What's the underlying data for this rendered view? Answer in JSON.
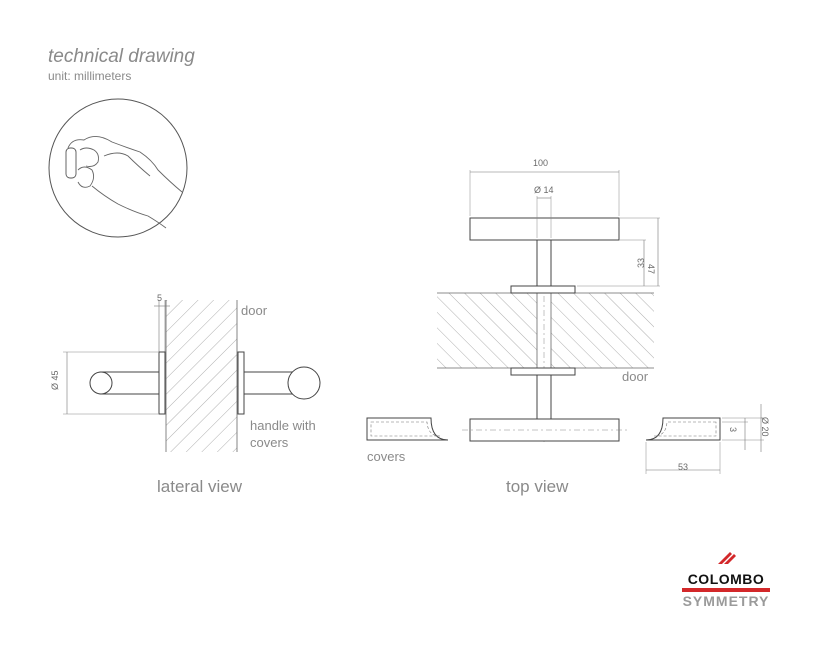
{
  "header": {
    "title": "technical drawing",
    "unit": "unit: millimeters"
  },
  "lateral": {
    "view_label": "lateral view",
    "door_label": "door",
    "handle_label_line1": "handle with",
    "handle_label_line2": "covers",
    "dim_plate": "5",
    "dim_diameter": "Ø 45"
  },
  "top": {
    "view_label": "top view",
    "door_label": "door",
    "covers_label": "covers",
    "dim_width": "100",
    "dim_bar_diameter": "Ø 14",
    "dim_height_inner": "33",
    "dim_height_outer": "47",
    "dim_cover_length": "53",
    "dim_cover_wall": "3",
    "dim_cover_diameter": "Ø 20"
  },
  "brand": {
    "name": "COLOMBO",
    "sub": "SYMMETRY",
    "accent_color": "#d3282a"
  },
  "colors": {
    "line": "#444444",
    "text": "#8a8a8a"
  }
}
